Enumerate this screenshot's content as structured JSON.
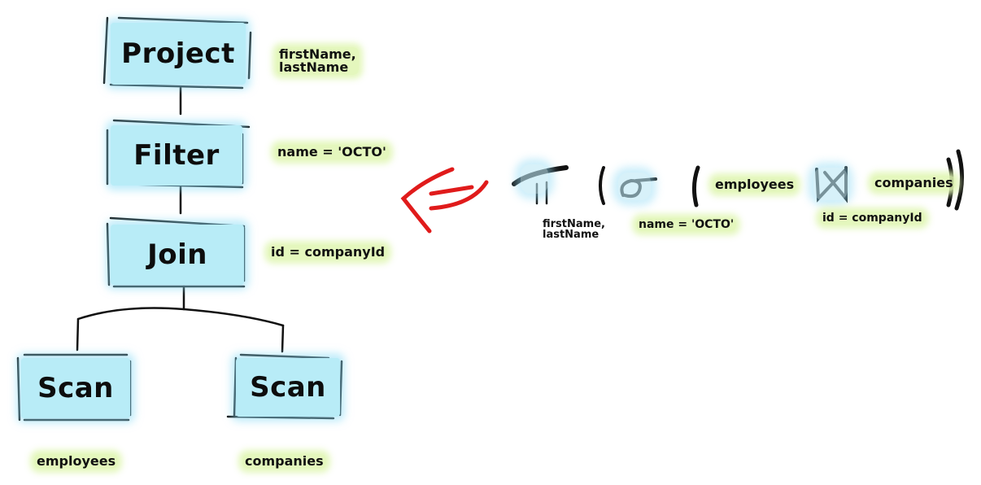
{
  "plan_tree": {
    "project": {
      "label": "Project",
      "note": "firstName,\nlastName"
    },
    "filter": {
      "label": "Filter",
      "note": "name = 'OCTO'"
    },
    "join": {
      "label": "Join",
      "note": "id = companyId"
    },
    "scan_left": {
      "label": "Scan",
      "note": "employees"
    },
    "scan_right": {
      "label": "Scan",
      "note": "companies"
    }
  },
  "algebra": {
    "projection_attrs": "firstName,\nlastName",
    "selection_condition": "name = 'OCTO'",
    "left_relation": "employees",
    "join_condition": "id = companyId",
    "right_relation": "companies"
  },
  "colors": {
    "node_fill": "#b8ecf7",
    "note_glow": "#dff6b2",
    "arrow": "#e01b1b",
    "ink": "#111111"
  }
}
